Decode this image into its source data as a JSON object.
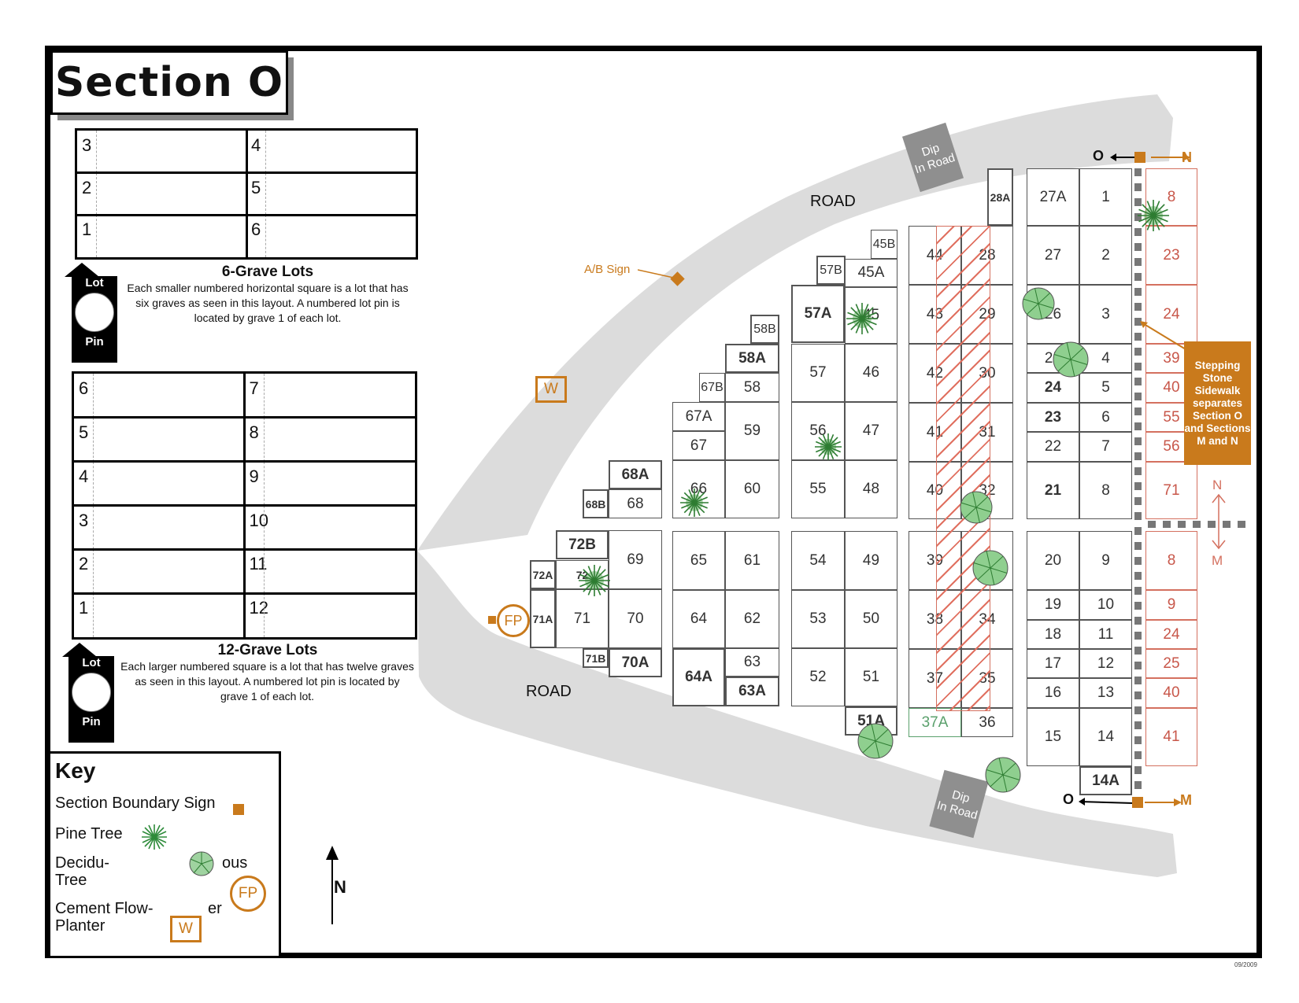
{
  "title": "Section O",
  "six_grave": {
    "cells": [
      "3",
      "4",
      "2",
      "5",
      "1",
      "6"
    ],
    "heading": "6-Grave Lots",
    "description": "Each smaller numbered horizontal square is a lot that has six graves as seen in this layout.  A numbered lot pin is located by grave 1 of each lot."
  },
  "twelve_grave": {
    "cells": [
      "6",
      "7",
      "5",
      "8",
      "4",
      "9",
      "3",
      "10",
      "2",
      "11",
      "1",
      "12"
    ],
    "heading": "12-Grave Lots",
    "description": "Each larger numbered square is a lot that has twelve graves as seen in this layout.  A numbered lot pin is located by grave 1 of each lot."
  },
  "lot_pin": {
    "top": "Lot",
    "bottom": "Pin"
  },
  "key": {
    "title": "Key",
    "items": {
      "boundary_sign": "Section Boundary Sign",
      "pine": "Pine Tree",
      "deciduous_1": "Decidu-",
      "deciduous_2": "Tree",
      "deciduous_3": "ous",
      "planter_1": "Cement Flow-",
      "planter_2": "Planter",
      "planter_3": "er",
      "fp": "FP",
      "w": "W"
    }
  },
  "compass": "N",
  "map": {
    "road_top": "ROAD",
    "road_bottom": "ROAD",
    "dip_top": "Dip\nIn Road",
    "dip_bottom": "Dip\nIn Road",
    "ab_sign": "A/B Sign",
    "w_planter": "W",
    "fp_planter": "FP",
    "callout": "Stepping Stone Sidewalk separates Section O and Sections M and N",
    "marker_top": {
      "left": "O",
      "right": "N"
    },
    "marker_bottom": {
      "left": "O",
      "right": "M"
    },
    "ns_arrow": {
      "north": "N",
      "south": "M"
    },
    "colors": {
      "orange": "#c97a1c",
      "red_lots": "#c8574a",
      "pine": "#2e8b3a",
      "road": "#d9d9d9"
    },
    "lots": [
      "28A",
      "27A",
      "1",
      "27",
      "2",
      "26",
      "3",
      "25",
      "4",
      "24",
      "5",
      "23",
      "6",
      "22",
      "7",
      "21",
      "8",
      "20",
      "9",
      "19",
      "10",
      "18",
      "11",
      "17",
      "12",
      "16",
      "13",
      "15",
      "14",
      "14A",
      "44",
      "28",
      "43",
      "29",
      "42",
      "30",
      "41",
      "31",
      "40",
      "32",
      "39",
      "33",
      "38",
      "34",
      "37",
      "35",
      "37A",
      "36",
      "45B",
      "57B",
      "45A",
      "57A",
      "45",
      "57",
      "46",
      "56",
      "47",
      "55",
      "48",
      "54",
      "49",
      "53",
      "50",
      "52",
      "51",
      "51A",
      "58B",
      "58A",
      "67B",
      "58",
      "67A",
      "59",
      "67",
      "66",
      "60",
      "65",
      "61",
      "64",
      "62",
      "63",
      "64A",
      "63A",
      "68A",
      "68B",
      "68",
      "72B",
      "69",
      "72A",
      "72",
      "71A",
      "71",
      "70",
      "71B",
      "70A"
    ],
    "adjacent_lots_N": [
      "8",
      "23",
      "24",
      "39",
      "40",
      "55",
      "56",
      "71"
    ],
    "adjacent_lots_M": [
      "8",
      "9",
      "24",
      "25",
      "40",
      "41"
    ]
  },
  "footer_date": "09/2009"
}
